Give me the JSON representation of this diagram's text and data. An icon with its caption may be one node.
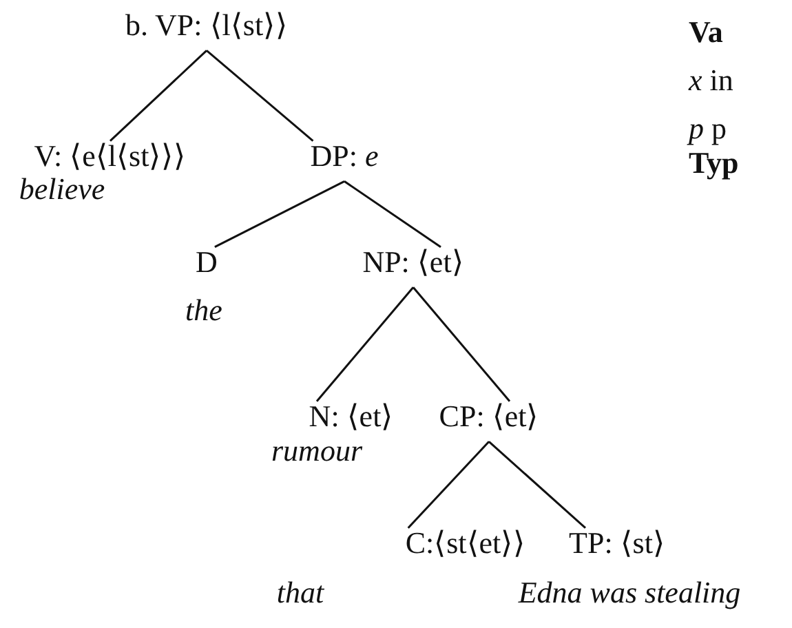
{
  "diagram": {
    "nodes": [
      {
        "text": [
          "b. VP: ⟨l⟨st⟩⟩"
        ]
      },
      {
        "text": [
          "V: ⟨e⟨l⟨st⟩⟩⟩"
        ],
        "beside": [
          "believe"
        ]
      },
      {
        "text": [
          "DP: *e*"
        ]
      },
      {
        "text": [
          "D"
        ],
        "beside": [
          "the"
        ]
      },
      {
        "text": [
          "NP: ⟨et⟩"
        ]
      },
      {
        "text": [
          "N: ⟨et⟩"
        ],
        "beside": [
          "rumour"
        ]
      },
      {
        "text": [
          "CP: ⟨et⟩"
        ]
      },
      {
        "text": [
          "C:⟨st⟨et⟩⟩"
        ],
        "beside": [
          "that"
        ]
      },
      {
        "text": [
          "TP: ⟨st⟩"
        ],
        "beside": [
          "Edna was stealing"
        ]
      }
    ],
    "edges": [
      {
        "from": 0,
        "to": 1,
        "arrow": "none"
      },
      {
        "from": 0,
        "to": 2,
        "arrow": "none"
      },
      {
        "from": 2,
        "to": 3,
        "arrow": "none"
      },
      {
        "from": 2,
        "to": 4,
        "arrow": "none"
      },
      {
        "from": 4,
        "to": 5,
        "arrow": "none"
      },
      {
        "from": 4,
        "to": 6,
        "arrow": "none"
      },
      {
        "from": 6,
        "to": 7,
        "arrow": "none"
      },
      {
        "from": 6,
        "to": 8,
        "arrow": "none"
      }
    ],
    "labels": [
      "Va",
      "*x* in",
      "*p* p",
      "Typ"
    ]
  }
}
